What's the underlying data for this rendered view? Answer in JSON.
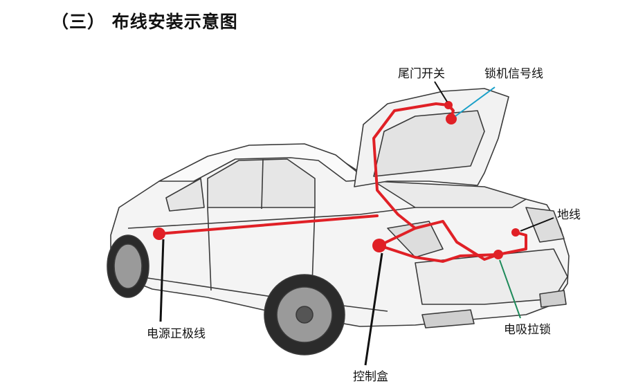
{
  "page": {
    "title": "（三） 布线安装示意图"
  },
  "labels": {
    "tail_switch": "尾门开关",
    "lock_signal": "锁机信号线",
    "ground": "地线",
    "power_positive": "电源正极线",
    "control_box": "控制盒",
    "electric_lock": "电吸拉锁"
  },
  "colors": {
    "wire": "#e02026",
    "lock_signal_leader": "#1aa0c8",
    "electric_lock_leader": "#1e8a5a",
    "leader_black": "#111111",
    "car_outline": "#3a3a3a",
    "car_fill": "#f4f4f4"
  }
}
